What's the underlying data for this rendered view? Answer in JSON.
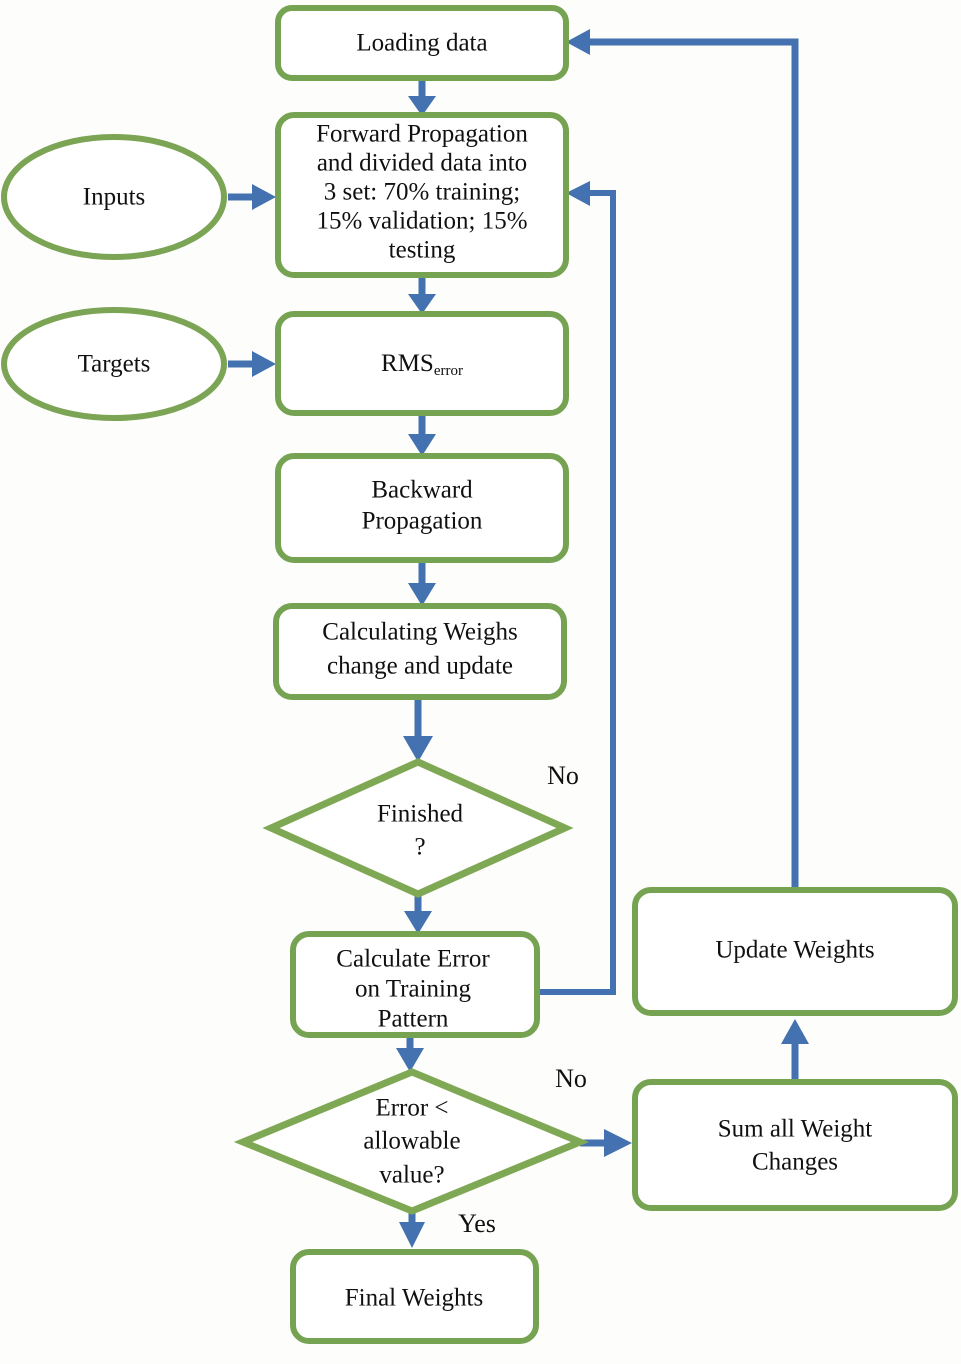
{
  "diagram": {
    "title": "Neural network training flowchart",
    "colors": {
      "node_border": "#76a352",
      "node_fill": "#ffffff",
      "connector": "#4472b0",
      "text": "#101010",
      "background": "#fdfdfb"
    },
    "nodes": [
      {
        "id": "loading-data",
        "shape": "rounded-rect",
        "lines": [
          "Loading data"
        ]
      },
      {
        "id": "inputs",
        "shape": "ellipse",
        "lines": [
          "Inputs"
        ]
      },
      {
        "id": "targets",
        "shape": "ellipse",
        "lines": [
          "Targets"
        ]
      },
      {
        "id": "forward-propagation",
        "shape": "rounded-rect",
        "lines": [
          "Forward Propagation",
          "and divided data into",
          "3 set: 70% training;",
          "15% validation; 15%",
          "testing"
        ]
      },
      {
        "id": "rms-error",
        "shape": "rounded-rect",
        "lines": [
          "RMS"
        ],
        "subscript": "error"
      },
      {
        "id": "backward-propagation",
        "shape": "rounded-rect",
        "lines": [
          "Backward",
          "Propagation"
        ]
      },
      {
        "id": "calculating-weights",
        "shape": "rounded-rect",
        "lines": [
          "Calculating Weighs",
          "change and update"
        ]
      },
      {
        "id": "finished-decision",
        "shape": "diamond",
        "lines": [
          "Finished",
          "?"
        ]
      },
      {
        "id": "calculate-error",
        "shape": "rounded-rect",
        "lines": [
          "Calculate Error",
          "on Training",
          "Pattern"
        ]
      },
      {
        "id": "error-allowable-decision",
        "shape": "diamond",
        "lines": [
          "Error <",
          "allowable",
          "value?"
        ]
      },
      {
        "id": "final-weights",
        "shape": "rounded-rect",
        "lines": [
          "Final Weights"
        ]
      },
      {
        "id": "update-weights",
        "shape": "rounded-rect",
        "lines": [
          "Update Weights"
        ]
      },
      {
        "id": "sum-weight-changes",
        "shape": "rounded-rect",
        "lines": [
          "Sum all Weight",
          "Changes"
        ]
      }
    ],
    "edge_labels": [
      {
        "id": "finished-no",
        "text": "No"
      },
      {
        "id": "error-no",
        "text": "No"
      },
      {
        "id": "error-yes",
        "text": "Yes"
      }
    ],
    "labels": {
      "loading_data": "Loading data",
      "inputs": "Inputs",
      "targets": "Targets",
      "fp_line1": "Forward Propagation",
      "fp_line2": "and divided data into",
      "fp_line3": "3 set: 70% training;",
      "fp_line4": "15% validation; 15%",
      "fp_line5": "testing",
      "rms_main": "RMS",
      "rms_sub": "error",
      "bp_line1": "Backward",
      "bp_line2": "Propagation",
      "cw_line1": "Calculating Weighs",
      "cw_line2": "change and update",
      "finished_line1": "Finished",
      "finished_line2": "?",
      "ce_line1": "Calculate Error",
      "ce_line2": "on Training",
      "ce_line3": "Pattern",
      "err_line1": "Error <",
      "err_line2": "allowable",
      "err_line3": "value?",
      "final_weights": "Final Weights",
      "update_weights": "Update Weights",
      "sum_line1": "Sum all Weight",
      "sum_line2": "Changes",
      "no_finished": "No",
      "no_error": "No",
      "yes_error": "Yes"
    }
  }
}
